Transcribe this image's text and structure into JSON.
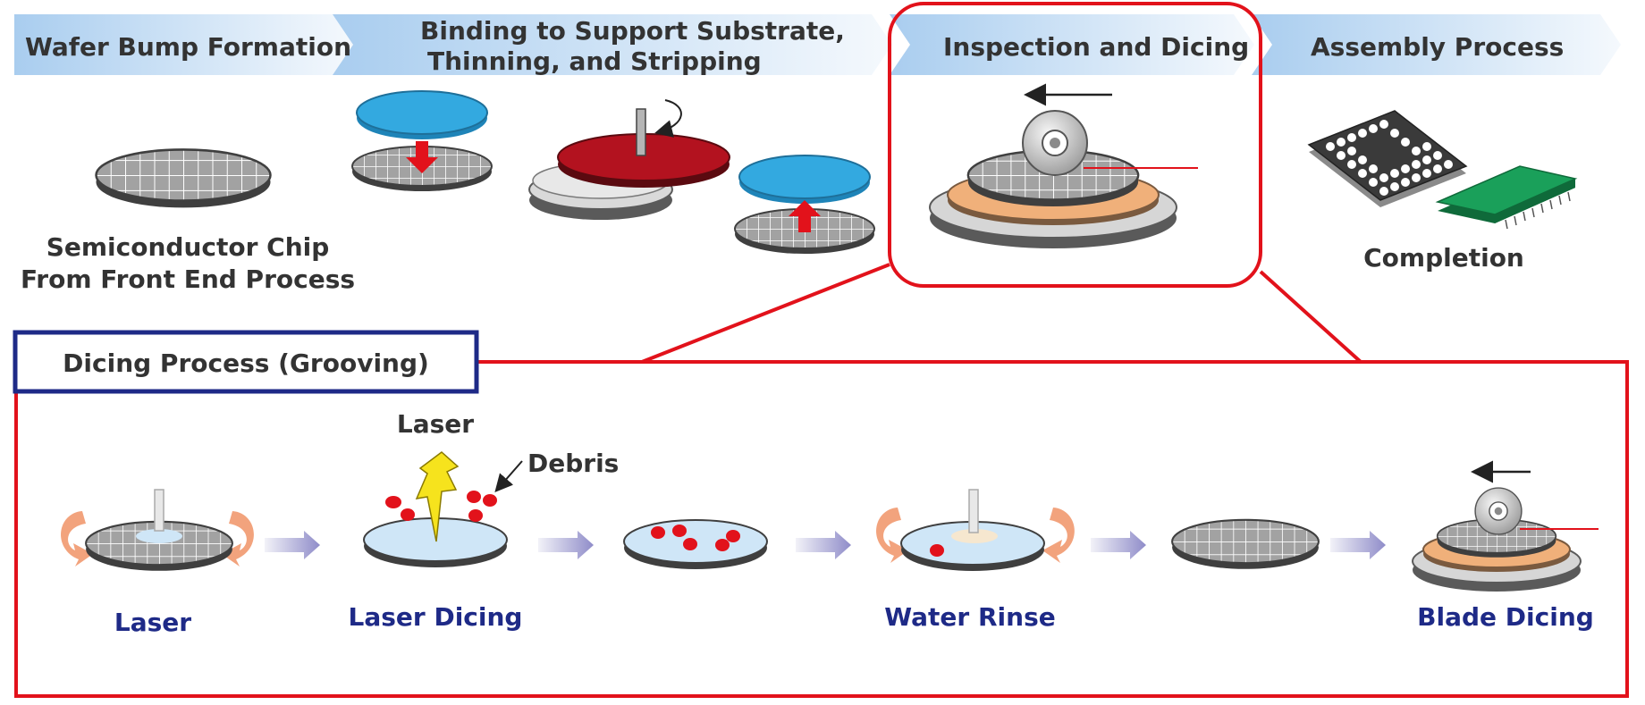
{
  "colors": {
    "banner": "#a9cdef",
    "highlight": "#e2121b",
    "detail_frame": "#1e2a87",
    "caption_blue": "#1e2a87",
    "substrate": "#33a9e0",
    "carrier": "#b3121f",
    "tape_ring": "#f0b07a",
    "pcb": "#1aa05a",
    "process_arrow": "#8f8cc9",
    "rotation_arrow": "#f2a37d"
  },
  "steps": [
    {
      "label_lines": [
        "Wafer Bump Formation"
      ]
    },
    {
      "label_lines": [
        "Binding to Support Substrate,",
        "Thinning, and Stripping"
      ]
    },
    {
      "label_lines": [
        "Inspection and Dicing"
      ]
    },
    {
      "label_lines": [
        "Assembly Process"
      ]
    }
  ],
  "captions": {
    "front_end": [
      "Semiconductor Chip",
      "From Front End Process"
    ],
    "completion": "Completion"
  },
  "detail": {
    "title": "Dicing Process (Grooving)",
    "laser_label": "Laser",
    "debris_label": "Debris",
    "stages": [
      {
        "label": "Laser"
      },
      {
        "label": "Laser Dicing"
      },
      {
        "label": ""
      },
      {
        "label": "Water Rinse"
      },
      {
        "label": ""
      },
      {
        "label": "Blade Dicing"
      }
    ]
  },
  "icons": [
    "wafer-icon",
    "substrate-disc-icon",
    "carrier-disc-icon",
    "dicing-blade-icon",
    "bga-package-icon",
    "chip-package-icon",
    "laser-bolt-icon",
    "debris-icon",
    "rotation-arrow-icon",
    "process-arrow-icon"
  ]
}
